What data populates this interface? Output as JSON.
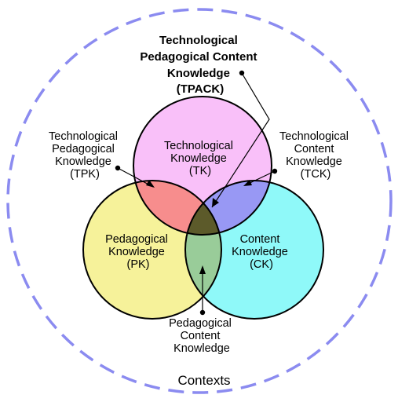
{
  "title": [
    "Technological",
    "Pedagogical Content",
    "Knowledge",
    "(TPACK)"
  ],
  "circles": {
    "tk": {
      "lines": [
        "Technological",
        "Knowledge",
        "(TK)"
      ],
      "color": "#f9c0f9"
    },
    "pk": {
      "lines": [
        "Pedagogical",
        "Knowledge",
        "(PK)"
      ],
      "color": "#f6f29a"
    },
    "ck": {
      "lines": [
        "Content",
        "Knowledge",
        "(CK)"
      ],
      "color": "#8ff9f9"
    }
  },
  "overlaps": {
    "tpk": {
      "lines": [
        "Technological",
        "Pedagogical",
        "Knowledge",
        "(TPK)"
      ],
      "color": "#f78d8d"
    },
    "tck": {
      "lines": [
        "Technological",
        "Content",
        "Knowledge",
        "(TCK)"
      ],
      "color": "#9898f4"
    },
    "pck": {
      "lines": [
        "Pedagogical",
        "Content",
        "Knowledge"
      ],
      "color": "#99cc99"
    },
    "tpack": {
      "color": "#5c5a2a"
    }
  },
  "contexts": {
    "label": "Contexts",
    "border_color": "#8b8bf0"
  }
}
